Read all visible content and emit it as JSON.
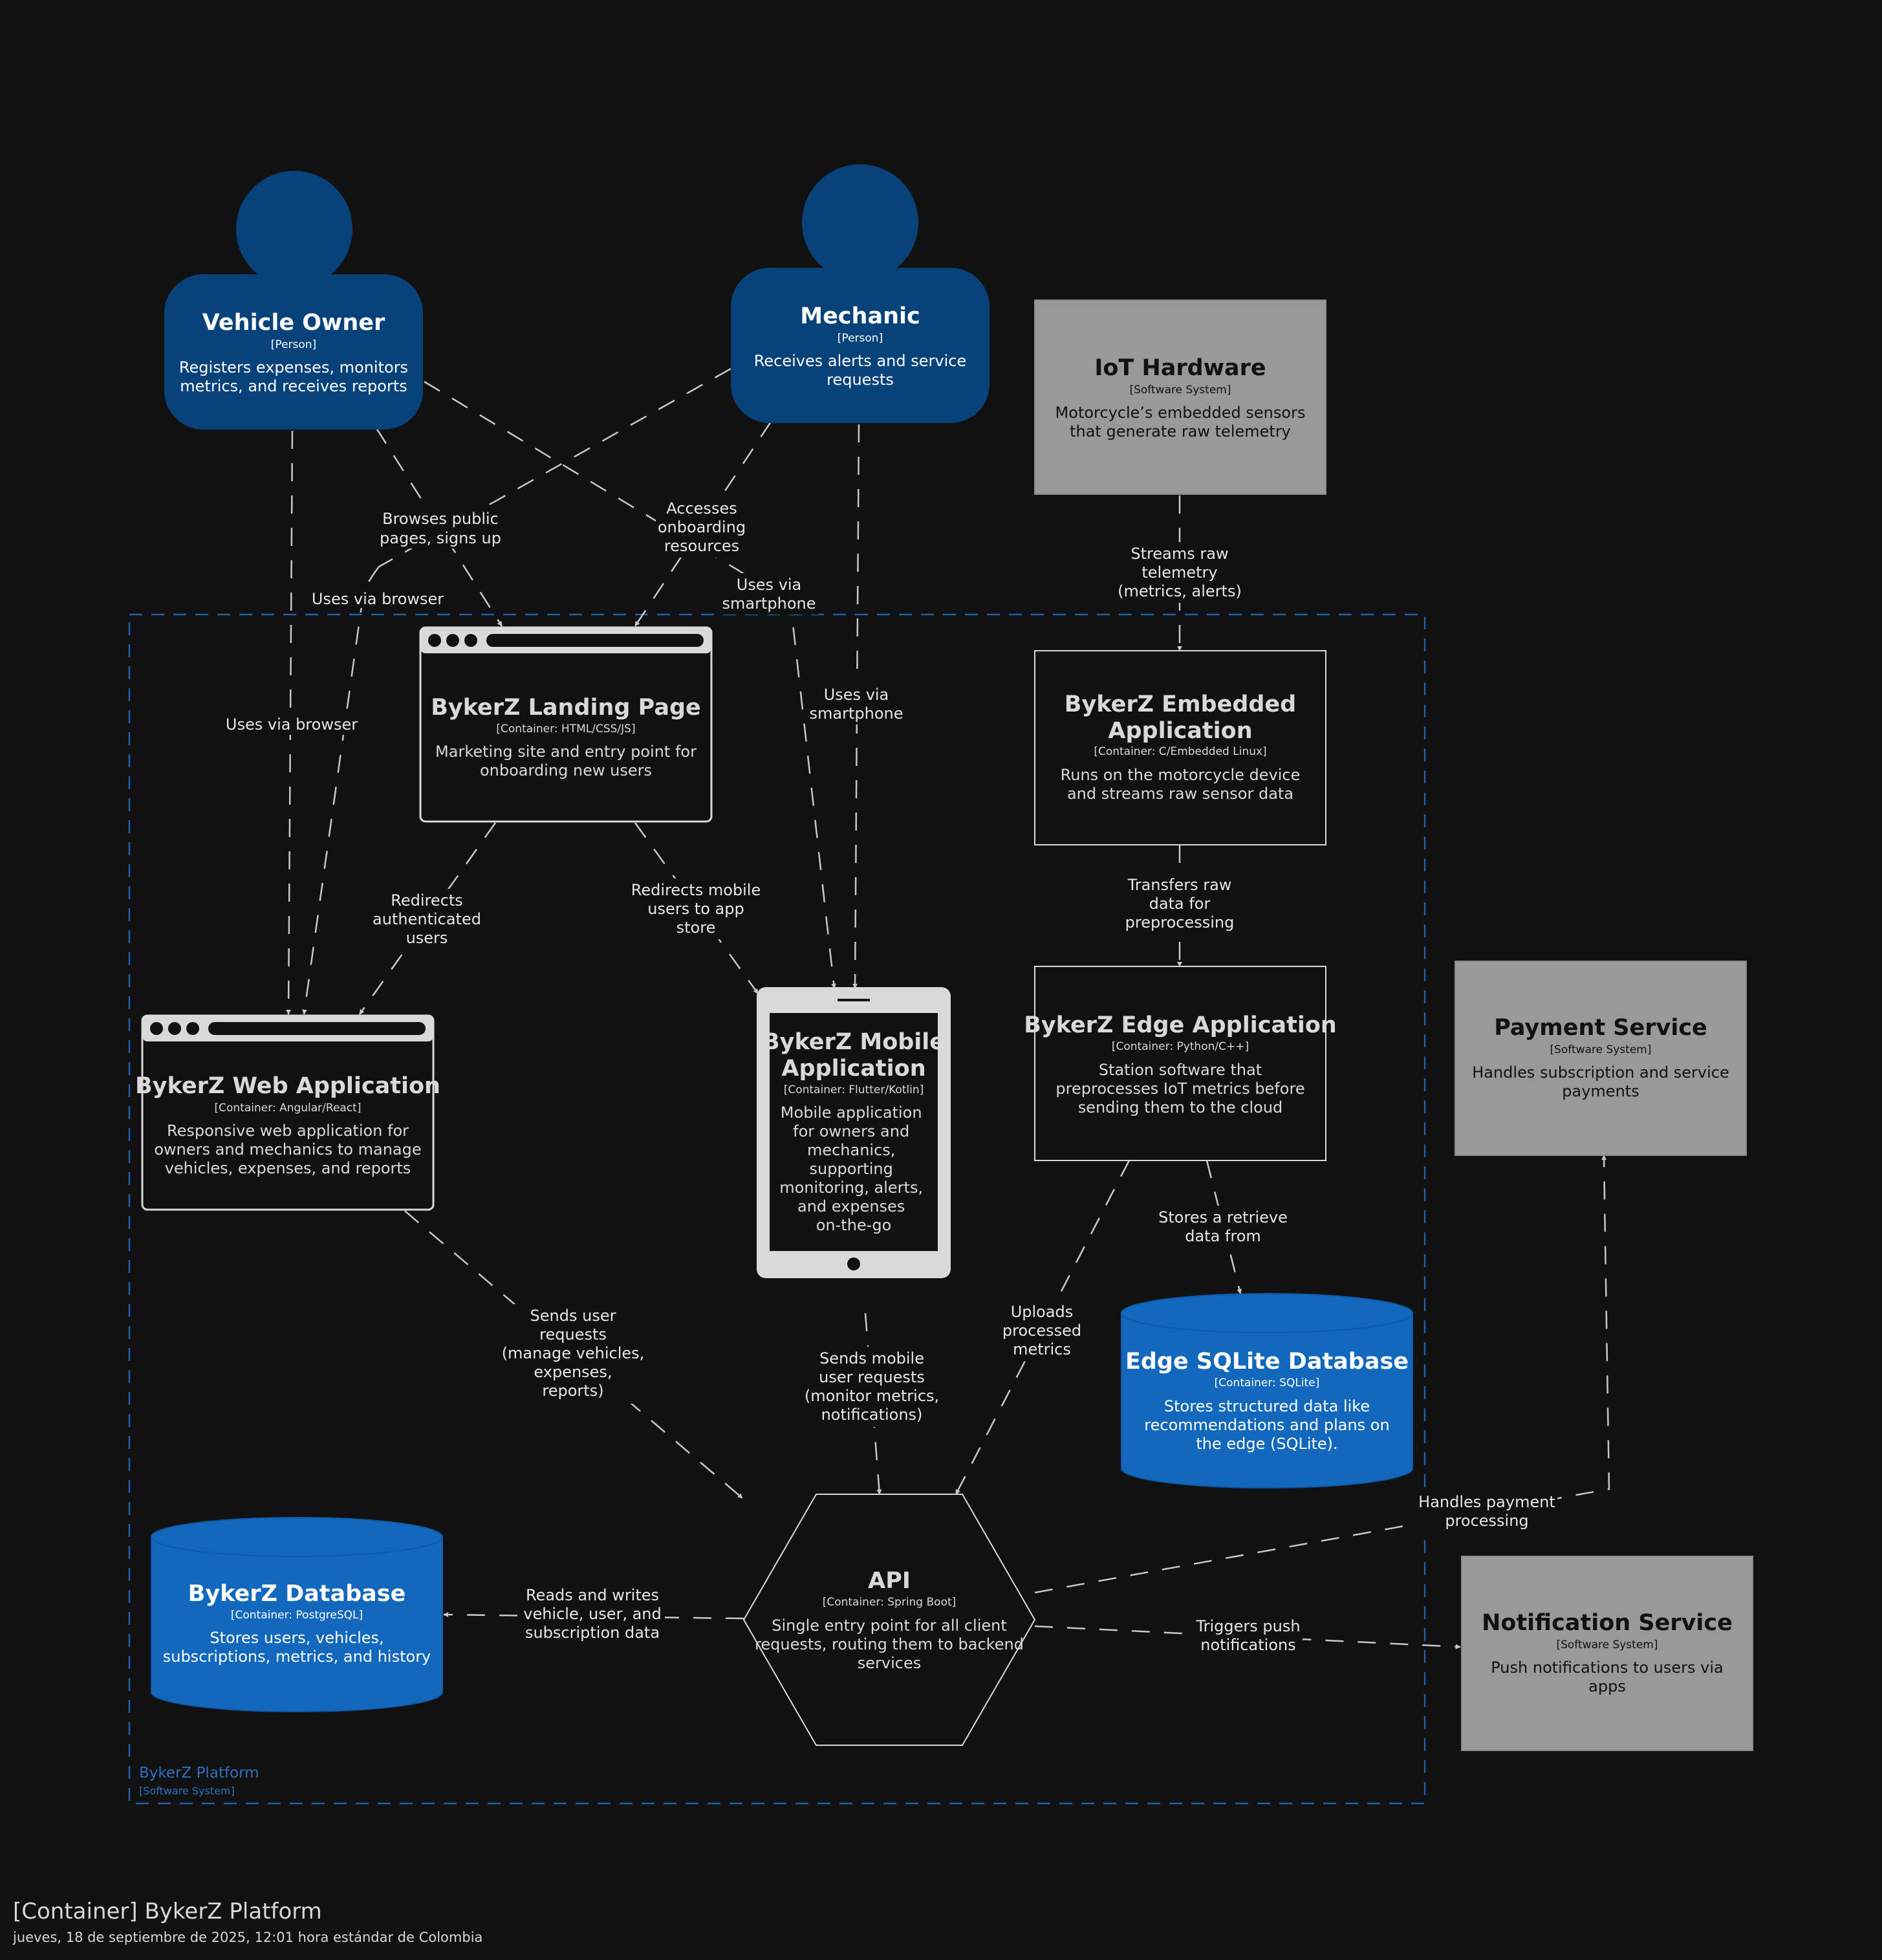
{
  "boundary": {
    "name": "BykerZ Platform",
    "type": "[Software System]"
  },
  "people": {
    "owner": {
      "name": "Vehicle Owner",
      "type": "[Person]",
      "desc": [
        "Registers expenses, monitors",
        "metrics, and receives reports"
      ]
    },
    "mechanic": {
      "name": "Mechanic",
      "type": "[Person]",
      "desc": [
        "Receives alerts and service",
        "requests"
      ]
    }
  },
  "systems": {
    "iot": {
      "name": "IoT Hardware",
      "type": "[Software System]",
      "desc": [
        "Motorcycle’s embedded sensors",
        "that generate raw telemetry"
      ]
    },
    "payment": {
      "name": "Payment Service",
      "type": "[Software System]",
      "desc": [
        "Handles subscription and service",
        "payments"
      ]
    },
    "notification": {
      "name": "Notification Service",
      "type": "[Software System]",
      "desc": [
        "Push notifications to users via",
        "apps"
      ]
    }
  },
  "containers": {
    "landing": {
      "name": [
        "BykerZ Landing Page"
      ],
      "type": "[Container: HTML/CSS/JS]",
      "desc": [
        "Marketing site and entry point for",
        "onboarding new users"
      ]
    },
    "embedded": {
      "name": [
        "BykerZ Embedded",
        "Application"
      ],
      "type": "[Container: C/Embedded Linux]",
      "desc": [
        "Runs on the motorcycle device",
        "and streams raw sensor data"
      ]
    },
    "webapp": {
      "name": [
        "BykerZ Web Application"
      ],
      "type": "[Container: Angular/React]",
      "desc": [
        "Responsive web application for",
        "owners and mechanics to manage",
        "vehicles, expenses, and reports"
      ]
    },
    "mobile": {
      "name": [
        "BykerZ Mobile",
        "Application"
      ],
      "type": "[Container: Flutter/Kotlin]",
      "desc": [
        "Mobile application",
        "for owners and",
        "mechanics,",
        "supporting",
        "monitoring, alerts,",
        "and expenses",
        "on-the-go"
      ]
    },
    "edge": {
      "name": [
        "BykerZ Edge Application"
      ],
      "type": "[Container: Python/C++]",
      "desc": [
        "Station software that",
        "preprocesses IoT metrics before",
        "sending them to the cloud"
      ]
    },
    "edgedb": {
      "name": [
        "Edge SQLite Database"
      ],
      "type": "[Container: SQLite]",
      "desc": [
        "Stores structured data like",
        "recommendations and plans on",
        "the edge (SQLite)."
      ]
    },
    "db": {
      "name": [
        "BykerZ Database"
      ],
      "type": "[Container: PostgreSQL]",
      "desc": [
        "Stores users, vehicles,",
        "subscriptions, metrics, and history"
      ]
    },
    "api": {
      "name": [
        "API"
      ],
      "type": "[Container: Spring Boot]",
      "desc": [
        "Single entry point for all client",
        "requests, routing them to backend",
        "services"
      ]
    }
  },
  "relations": {
    "r1": [
      "Browses public",
      "pages, signs up"
    ],
    "r2": [
      "Uses via browser"
    ],
    "r3": [
      "Uses via browser"
    ],
    "r4": [
      "Accesses",
      "onboarding",
      "resources"
    ],
    "r5": [
      "Uses via",
      "smartphone"
    ],
    "r6": [
      "Uses via",
      "smartphone"
    ],
    "r7": [
      "Streams raw",
      "telemetry",
      "(metrics, alerts)"
    ],
    "r8": [
      "Redirects",
      "authenticated",
      "users"
    ],
    "r9": [
      "Redirects mobile",
      "users to app",
      "store"
    ],
    "r10": [
      "Transfers raw",
      "data for",
      "preprocessing"
    ],
    "r11": [
      "Stores a retrieve",
      "data from"
    ],
    "r12": [
      "Sends user",
      "requests",
      "(manage vehicles,",
      "expenses,",
      "reports)"
    ],
    "r13": [
      "Sends mobile",
      "user requests",
      "(monitor metrics,",
      "notifications)"
    ],
    "r14": [
      "Uploads",
      "processed",
      "metrics"
    ],
    "r15": [
      "Handles payment",
      "processing"
    ],
    "r16": [
      "Reads and writes",
      "vehicle, user, and",
      "subscription data"
    ],
    "r17": [
      "Triggers push",
      "notifications"
    ]
  },
  "footer": {
    "title": "[Container] BykerZ Platform",
    "subtitle": "jueves, 18 de septiembre de 2025, 12:01 hora estándar de Colombia"
  },
  "colors": {
    "background": "#111111",
    "person": "#08427b",
    "external_system": "#999999",
    "container_border": "#d9d9d9",
    "database": "#1168bd",
    "boundary": "#1e5fae",
    "edge": "#c8c8c8"
  }
}
